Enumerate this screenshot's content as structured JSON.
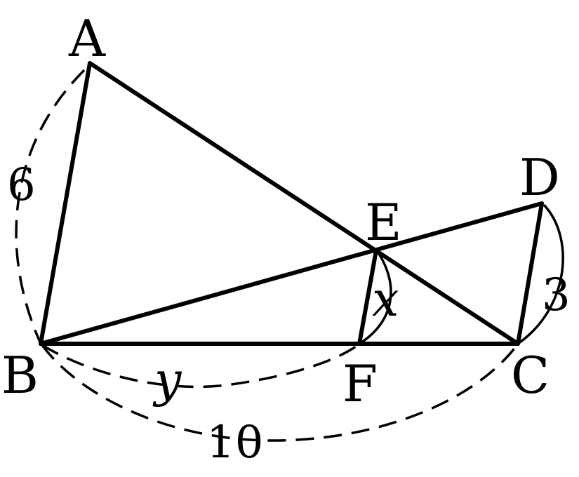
{
  "points": {
    "A": "A",
    "B": "B",
    "C": "C",
    "D": "D",
    "E": "E",
    "F": "F"
  },
  "measures": {
    "AB": "6",
    "CD": "3",
    "BC": "10",
    "EF": "x",
    "BF": "y"
  },
  "colors": {
    "stroke": "#000000",
    "background": "#ffffff"
  }
}
